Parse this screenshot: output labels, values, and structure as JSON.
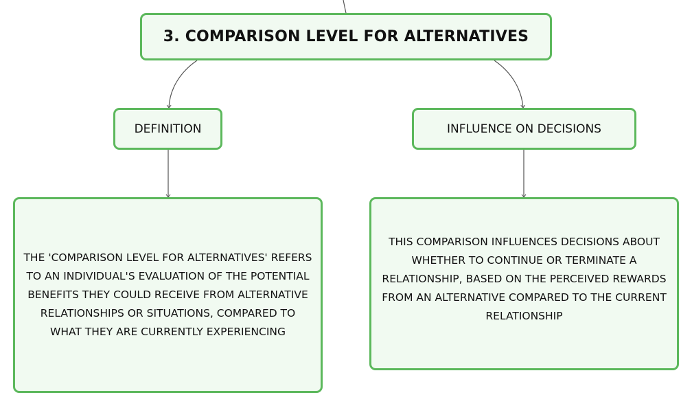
{
  "diagram": {
    "root": {
      "label": "3. COMPARISON LEVEL FOR ALTERNATIVES"
    },
    "branches": [
      {
        "label": "DEFINITION",
        "detail": "THE 'COMPARISON LEVEL FOR ALTERNATIVES' REFERS TO AN INDIVIDUAL'S EVALUATION OF THE POTENTIAL BENEFITS THEY COULD RECEIVE FROM ALTERNATIVE RELATIONSHIPS OR SITUATIONS, COMPARED TO WHAT THEY ARE CURRENTLY EXPERIENCING"
      },
      {
        "label": "INFLUENCE ON DECISIONS",
        "detail": "THIS COMPARISON INFLUENCES DECISIONS ABOUT WHETHER TO CONTINUE OR TERMINATE A RELATIONSHIP, BASED ON THE PERCEIVED REWARDS FROM AN ALTERNATIVE COMPARED TO THE CURRENT RELATIONSHIP"
      }
    ]
  },
  "colors": {
    "node_border": "#5cb85c",
    "node_fill": "#f1faf1",
    "connector": "#555555",
    "text": "#111111"
  }
}
